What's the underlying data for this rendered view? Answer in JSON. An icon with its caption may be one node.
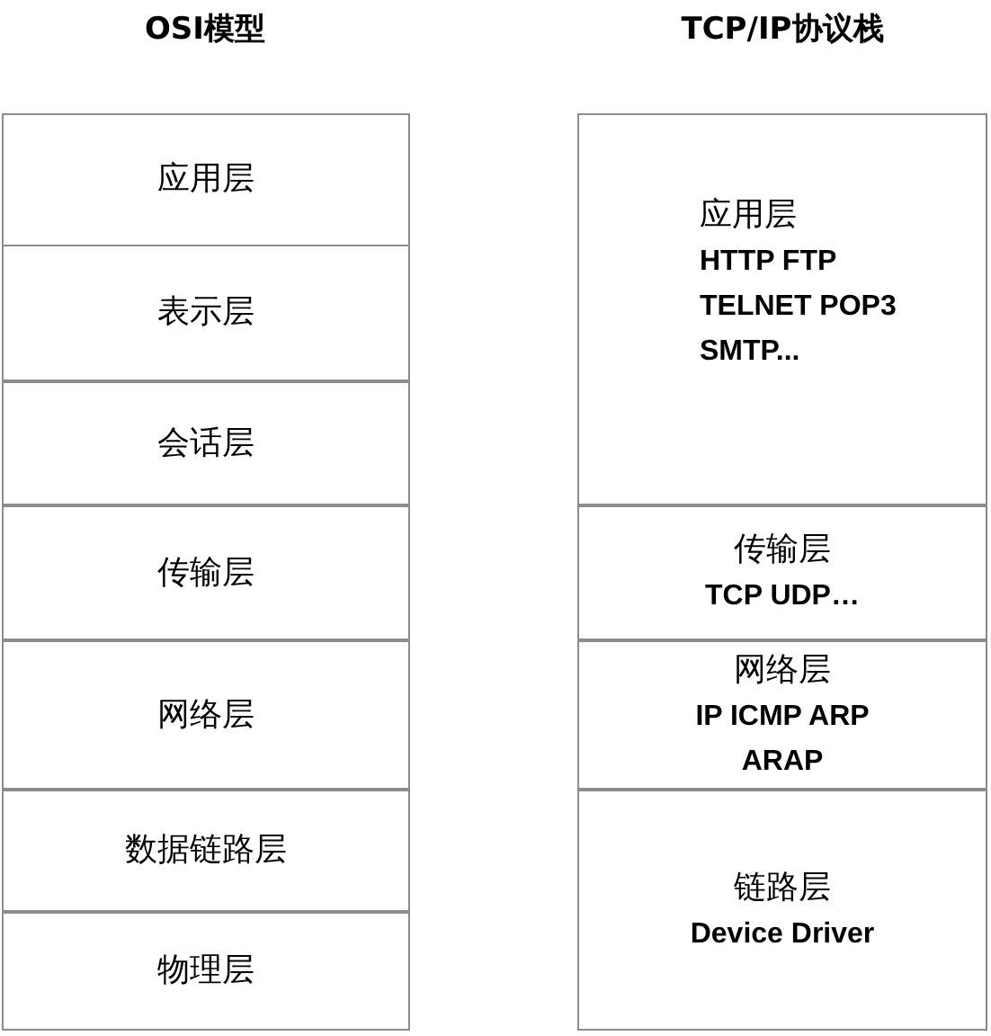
{
  "diagram": {
    "nodes": [
      {
        "text": [
          "应用层"
        ]
      },
      {
        "text": [
          "表示层"
        ]
      },
      {
        "text": [
          "会话层"
        ]
      },
      {
        "text": [
          "传输层"
        ]
      },
      {
        "text": [
          "网络层"
        ]
      },
      {
        "text": [
          "数据链路层"
        ]
      },
      {
        "text": [
          "物理层"
        ]
      },
      {
        "text": [
          "应用层",
          "HTTP FTP TELNET POP3 SMTP..."
        ]
      },
      {
        "text": [
          "传输层",
          "TCP UDP…"
        ]
      },
      {
        "text": [
          "网络层",
          "IP ICMP ARP ARAP"
        ]
      },
      {
        "text": [
          "链路层",
          "Device Driver"
        ]
      }
    ],
    "labels": [
      "OSI模型",
      "TCP/IP协议栈"
    ]
  }
}
